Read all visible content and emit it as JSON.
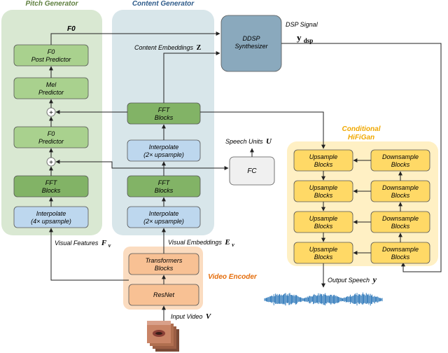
{
  "colors": {
    "pitch_bg": "#d9e8d2",
    "content_bg": "#d8e6ea",
    "video_bg": "#fbdcc0",
    "hifigan_bg": "#fff0c4",
    "green_box": "#a9d18e",
    "green_dark": "#82b366",
    "blue_box": "#bdd7ee",
    "gray_box": "#f0f0f0",
    "ddsp_box": "#8aa9bd",
    "yellow_box": "#ffd966",
    "orange_box": "#f8c194",
    "video_title": "#e46c0a",
    "hifigan_title": "#f0a800",
    "pitch_title": "#5e7f3e",
    "content_title": "#2e5b8a",
    "waveform": "#1f6fb5"
  },
  "pitch": {
    "title": "Pitch Generator",
    "f0_label": "F0",
    "f0_post_l1": "F0",
    "f0_post_l2": "Post Predictor",
    "mel_l1": "Mel",
    "mel_l2": "Predictor",
    "f0pred_l1": "F0",
    "f0pred_l2": "Predictor",
    "fft_l1": "FFT",
    "fft_l2": "Blocks",
    "interp_l1": "Interpolate",
    "interp_l2": "(4× upsample)",
    "plus": "+"
  },
  "content": {
    "title": "Content Generator",
    "fft_top_l1": "FFT",
    "fft_top_l2": "Blocks",
    "interp_mid_l1": "Interpolate",
    "interp_mid_l2": "(2× upsample)",
    "fft_mid_l1": "FFT",
    "fft_mid_l2": "Blocks",
    "interp_bot_l1": "Interpolate",
    "interp_bot_l2": "(2× upsample)",
    "embeddings_label": "Content Embeddings",
    "embeddings_symbol": "Z"
  },
  "ddsp": {
    "l1": "DDSP",
    "l2": "Synthesizer",
    "signal_label": "DSP Signal",
    "signal_symbol": "y",
    "signal_sub": "dsp"
  },
  "fc": {
    "label": "FC",
    "units_label": "Speech Units",
    "units_symbol": "U"
  },
  "video": {
    "title": "Video Encoder",
    "transformers_l1": "Transformers",
    "transformers_l2": "Blocks",
    "resnet": "ResNet",
    "input_label": "Input Video",
    "input_symbol": "V",
    "visual_features_label": "Visual Features",
    "visual_features_symbol": "F",
    "visual_features_sub": "v",
    "visual_embeddings_label": "Visual Embeddings",
    "visual_embeddings_symbol": "E",
    "visual_embeddings_sub": "v"
  },
  "hifigan": {
    "title_l1": "Conditional",
    "title_l2": "HiFiGan",
    "upsample_l1": "Upsample",
    "upsample_l2": "Blocks",
    "downsample_l1": "Downsample",
    "downsample_l2": "Blocks",
    "output_label": "Output Speech",
    "output_symbol": "y"
  }
}
